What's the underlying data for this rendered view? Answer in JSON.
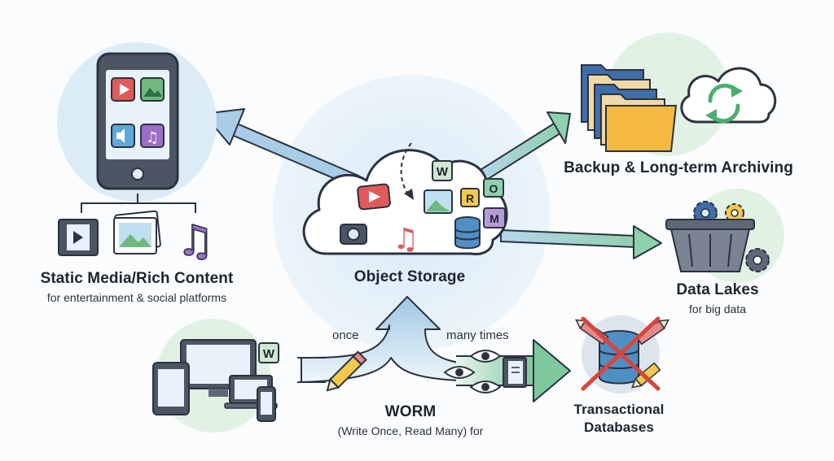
{
  "center": {
    "label": "Object Storage"
  },
  "use_cases": {
    "media": {
      "title": "Static Media/Rich Content",
      "subtitle": "for entertainment & social platforms"
    },
    "backup": {
      "title": "Backup & Long-term Archiving"
    },
    "lakes": {
      "title": "Data Lakes",
      "subtitle": "for big data"
    },
    "worm": {
      "title": "WORM",
      "subtitle": "(Write Once, Read Many) for",
      "once_label": "once",
      "many_label": "many times"
    },
    "transactional": {
      "title_line1": "Transactional",
      "title_line2": "Databases"
    }
  },
  "file_badges": {
    "w": "W",
    "r": "R",
    "o": "O",
    "m": "M",
    "w2": "W"
  },
  "colors": {
    "arrow_blue": "#a9cde6",
    "arrow_green": "#8fd0ad",
    "circle_blue": "#dcecf7",
    "circle_green": "#e1f2e4",
    "outline": "#2b3240",
    "cross": "#d8453b"
  },
  "icons": {
    "media": [
      "smartphone-icon",
      "film-icon",
      "photo-icon",
      "music-note-icon"
    ],
    "backup": [
      "folders-icon",
      "cloud-sync-icon"
    ],
    "lakes": [
      "basket-icon",
      "gears-icon"
    ],
    "worm": [
      "devices-icon",
      "pencil-icon",
      "eyes-icon",
      "book-icon"
    ],
    "transactional": [
      "database-icon",
      "cross-icon"
    ]
  }
}
